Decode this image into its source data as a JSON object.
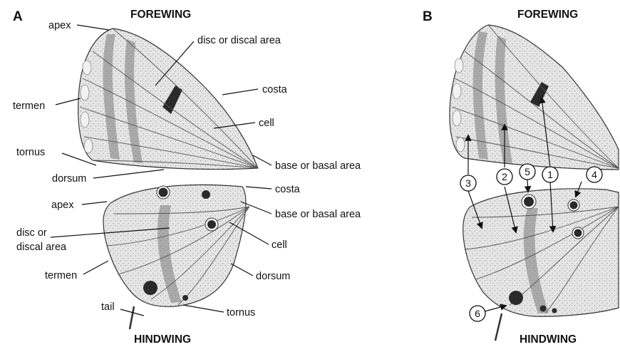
{
  "panels": {
    "a": {
      "letter": "A",
      "forewing_title": "FOREWING",
      "hindwing_title": "HINDWING",
      "forewing_labels": {
        "apex": "apex",
        "disc": "disc or discal area",
        "termen": "termen",
        "costa": "costa",
        "cell": "cell",
        "tornus": "tornus",
        "base": "base or basal area",
        "dorsum": "dorsum"
      },
      "hindwing_labels": {
        "costa": "costa",
        "apex": "apex",
        "base": "base or basal area",
        "disc_line1": "disc or",
        "disc_line2": "discal area",
        "cell": "cell",
        "termen": "termen",
        "dorsum": "dorsum",
        "tail": "tail",
        "tornus": "tornus"
      }
    },
    "b": {
      "letter": "B",
      "forewing_title": "FOREWING",
      "hindwing_title": "HINDWING",
      "callouts": [
        "1",
        "2",
        "3",
        "4",
        "5",
        "6"
      ]
    }
  },
  "colors": {
    "wing_fill": "#e4e4e4",
    "band": "#7a7a7a",
    "eyespot": "#2a2a2a",
    "text": "#111111"
  }
}
